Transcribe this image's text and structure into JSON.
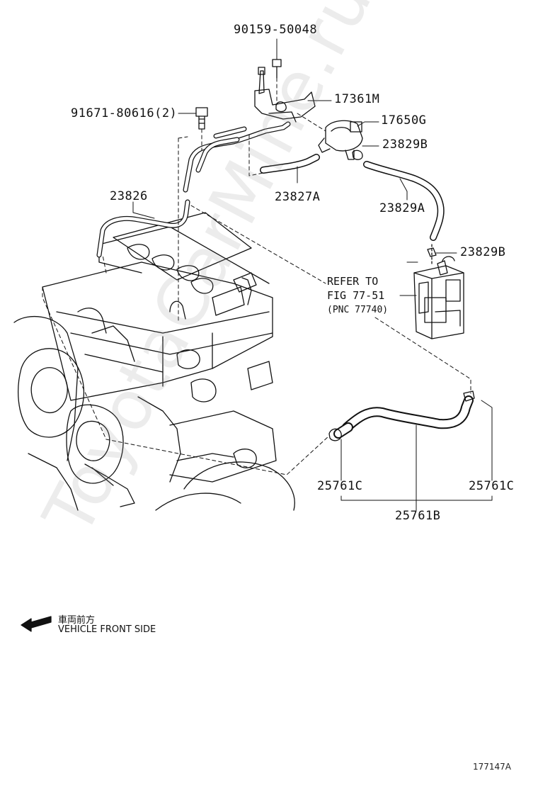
{
  "parts": {
    "p90159": "90159-50048",
    "p17361": "17361M",
    "p91671": "91671-80616(2)",
    "p17650": "17650G",
    "p23829b_top": "23829B",
    "p23826": "23826",
    "p23827": "23827A",
    "p23829a": "23829A",
    "p23829b_mid": "23829B",
    "p25761c_left": "25761C",
    "p25761c_right": "25761C",
    "p25761b": "25761B"
  },
  "refer": {
    "line1": "REFER TO",
    "line2": "FIG 77-51",
    "line3": "(PNC 77740)"
  },
  "front": {
    "japanese": "車両前方",
    "english": "VEHICLE FRONT SIDE"
  },
  "figure_number": "177147A",
  "watermark": "ToyotaCarMine.ru"
}
